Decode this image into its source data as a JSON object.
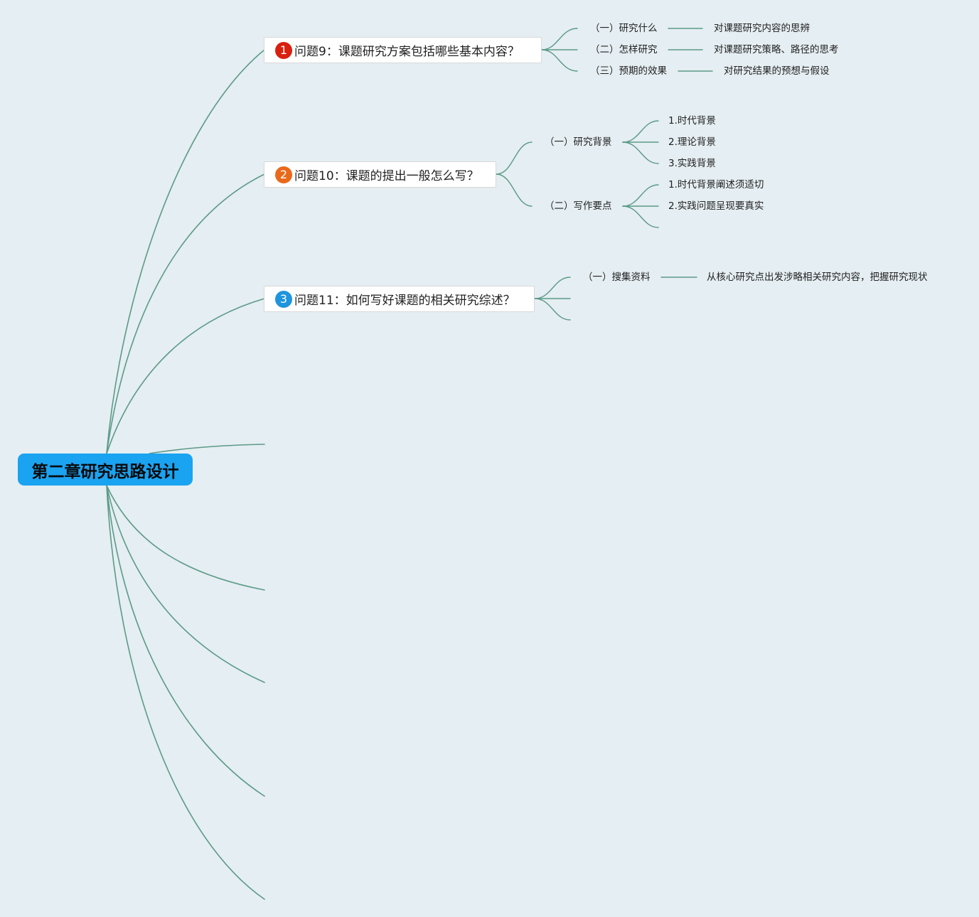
{
  "root": {
    "label": "第二章研究思路设计"
  },
  "q1": {
    "badge": "1",
    "badge_color": "#d9200f",
    "label": "问题9：课题研究方案包括哪些基本内容？",
    "children": [
      {
        "label": "（一）研究什么",
        "detail": "对课题研究内容的思辨"
      },
      {
        "label": "（二）怎样研究",
        "detail": "对课题研究策略、路径的思考"
      },
      {
        "label": "（三）预期的效果",
        "detail": "对研究结果的预想与假设"
      }
    ]
  },
  "q2": {
    "badge": "2",
    "badge_color": "#e9691b",
    "label": "问题10：课题的提出一般怎么写？",
    "children": [
      {
        "label": "（一）研究背景",
        "items": [
          "1.时代背景",
          "2.理论背景",
          "3.实践背景"
        ]
      },
      {
        "label": "（二）写作要点",
        "items": [
          "1.时代背景阐述须适切",
          "2.实践问题呈现要真实"
        ]
      }
    ]
  },
  "q3": {
    "badge": "3",
    "badge_color": "#1e95dd",
    "label": "问题11：如何写好课题的相关研究综述？",
    "children": [
      {
        "label": "（一）搜集资料",
        "detail": "从核心研究点出发涉略相关研究内容，把握研究现状"
      }
    ]
  },
  "colors": {
    "branch": "#5b9a88",
    "root_bg": "#1aa3f0",
    "background": "#e5eef2"
  }
}
